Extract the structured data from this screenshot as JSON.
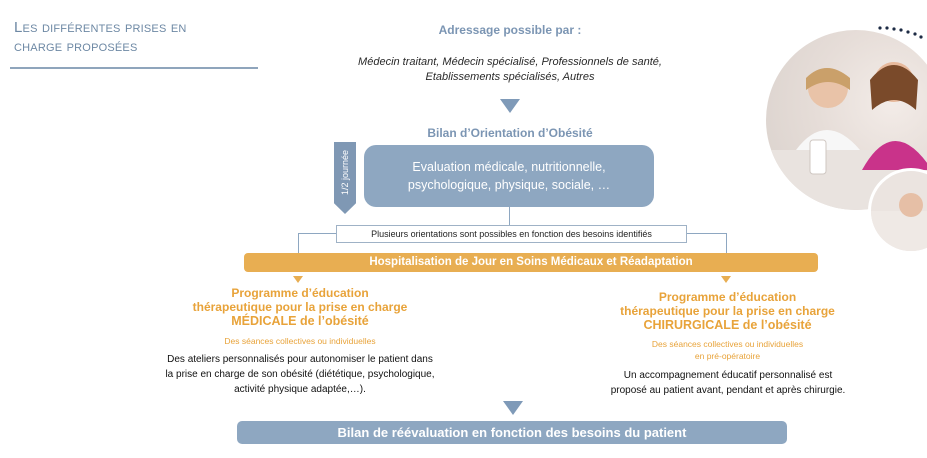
{
  "title": {
    "line1": "Les différentes prises en",
    "line2": "charge proposées"
  },
  "adressage": {
    "heading": "Adressage possible par :",
    "line1": "Médecin traitant, Médecin spécialisé, Professionnels de santé,",
    "line2": "Etablissements spécialisés, Autres"
  },
  "bilan": {
    "heading": "Bilan d’Orientation d’Obésité",
    "duration": "1/2 journée",
    "box_line1": "Evaluation médicale, nutritionnelle,",
    "box_line2": "psychologique, physique, sociale,  …"
  },
  "orientations": "Plusieurs orientations sont possibles en fonction des besoins identifiés",
  "hospitalisation": "Hospitalisation de Jour en Soins Médicaux et Réadaptation",
  "left_program": {
    "line1": "Programme d’éducation",
    "line2": "thérapeutique pour la prise en charge",
    "line3": "MÉDICALE de l’obésité",
    "sessions": "Des séances collectives ou individuelles",
    "desc1": "Des ateliers personnalisés pour autonomiser le patient dans",
    "desc2": "la prise en charge  de son obésité (diététique, psychologique,",
    "desc3": "activité physique adaptée,…)."
  },
  "right_program": {
    "line1": "Programme d’éducation",
    "line2": "thérapeutique pour la prise en charge",
    "line3": "CHIRURGICALE de l’obésité",
    "sessions1": "Des séances collectives ou individuelles",
    "sessions2": "en pré-opératoire",
    "desc1": "Un accompagnement éducatif  personnalisé est",
    "desc2": "proposé au patient  avant, pendant et après chirurgie."
  },
  "reevaluation": "Bilan de réévaluation en fonction des besoins du patient",
  "colors": {
    "blue": "#8ea7c1",
    "orange": "#e8ae52",
    "orange_text": "#e8a33a",
    "title_blue": "#6d88a4"
  }
}
